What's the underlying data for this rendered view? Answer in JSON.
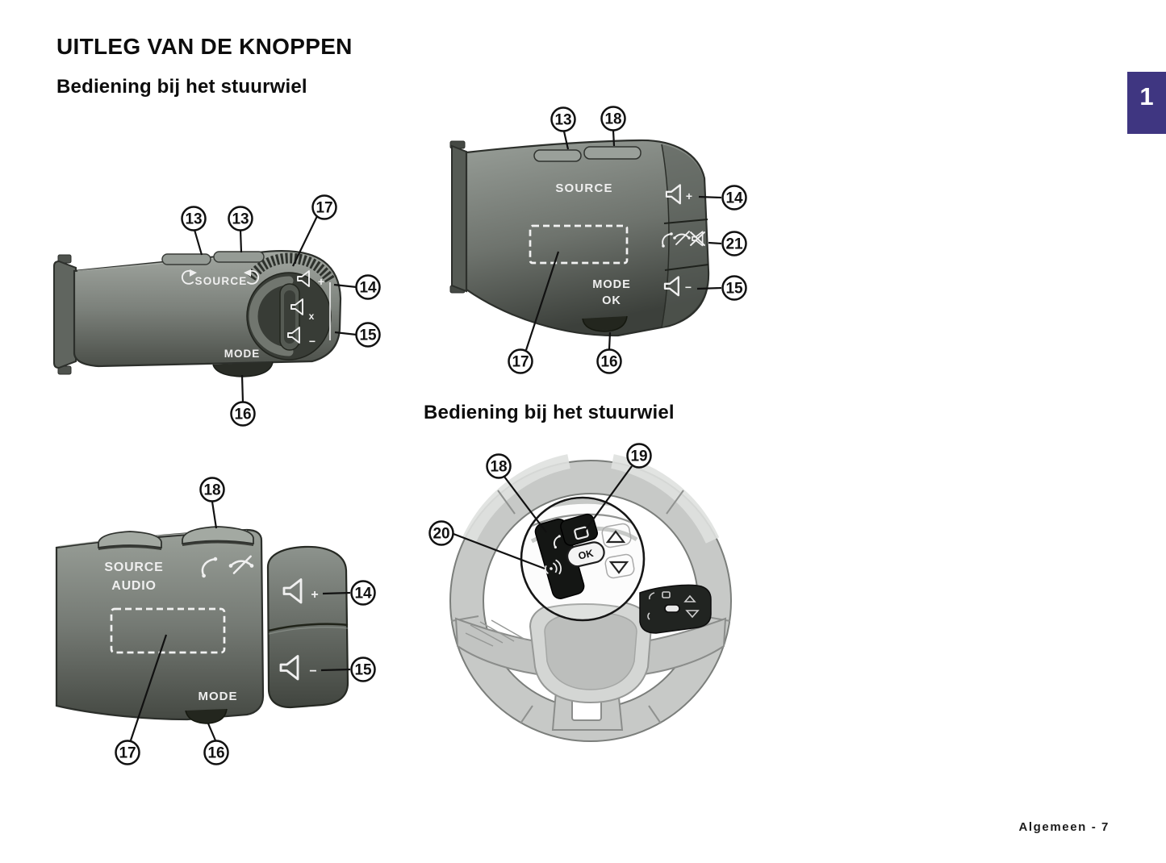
{
  "page": {
    "title": "UITLEG VAN DE KNOPPEN",
    "chapter_tab": "1",
    "footer": "Algemeen - 7"
  },
  "headings": {
    "column_controls": "Bediening bij het stuurwiel",
    "wheel_controls": "Bediening bij het stuurwiel"
  },
  "colors": {
    "chapter_tab_bg": "#3F3681",
    "stalk_gray": "#7c817b",
    "label_white": "#efefef"
  },
  "stalk_rear": {
    "source_label": "SOURCE",
    "mode_label": "MODE",
    "vol_up_glyph": "+",
    "mute_glyph": "x",
    "vol_down_glyph": "−",
    "callouts": [
      "13",
      "13",
      "17",
      "14",
      "15",
      "16"
    ],
    "icons": [
      "return-arrow-left-icon",
      "return-arrow-right-icon",
      "thumbwheel-knurl",
      "speaker-plus-icon",
      "speaker-mute-icon",
      "speaker-minus-icon"
    ]
  },
  "stalk_front": {
    "source_label": "SOURCE",
    "mode_label": "MODE",
    "ok_label": "OK",
    "vol_up_glyph": "+",
    "vol_down_glyph": "−",
    "callouts": [
      "13",
      "18",
      "14",
      "21",
      "15",
      "17",
      "16"
    ],
    "icons": [
      "speaker-plus-icon",
      "phone-pickup-icon",
      "phone-hangup-icon",
      "speaker-mute-icon",
      "speaker-minus-icon",
      "display-zone-dashed"
    ]
  },
  "wheel": {
    "ok_label": "OK",
    "callouts": [
      "18",
      "19",
      "20"
    ],
    "icons": [
      "phone-button-icon",
      "display-page-button-icon",
      "voice-control-button-icon",
      "up-arrow-button-icon",
      "down-arrow-button-icon"
    ]
  },
  "stalk_audio": {
    "source_label": "SOURCE",
    "audio_label": "AUDIO",
    "mode_label": "MODE",
    "vol_up_glyph": "+",
    "vol_down_glyph": "−",
    "callouts": [
      "18",
      "14",
      "15",
      "17",
      "16"
    ],
    "icons": [
      "phone-pickup-icon",
      "phone-hangup-icon",
      "speaker-plus-icon",
      "speaker-minus-icon",
      "display-zone-dashed"
    ]
  }
}
